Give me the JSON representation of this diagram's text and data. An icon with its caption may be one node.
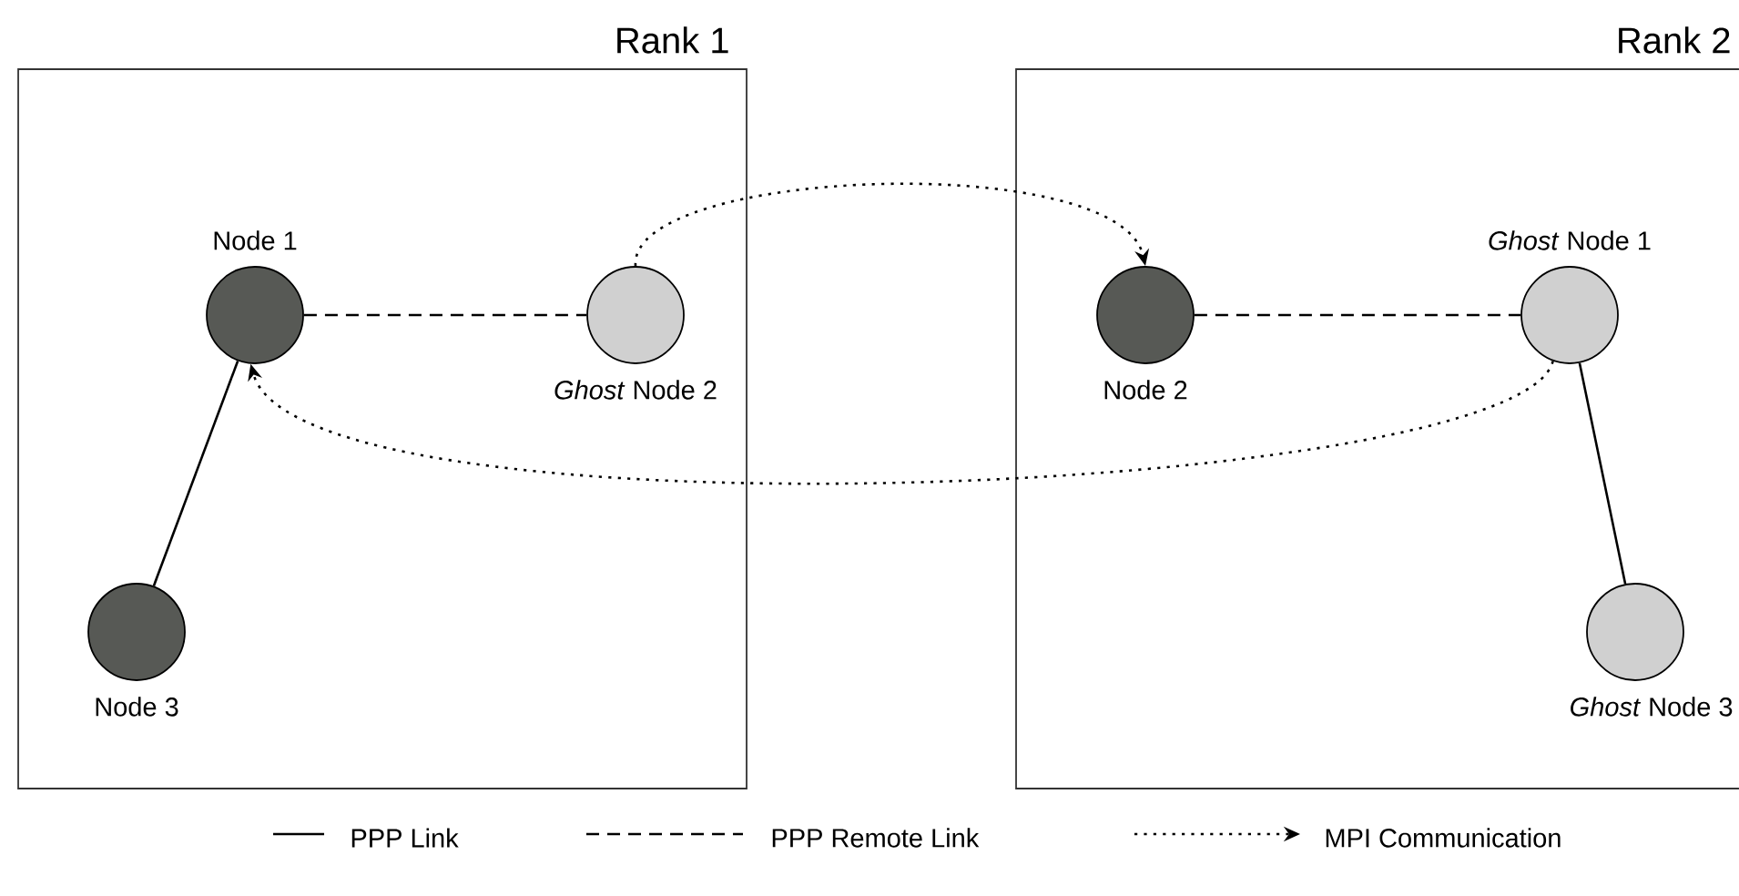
{
  "diagram": {
    "nodes": [
      {
        "text": [
          "Rank 1"
        ]
      },
      {
        "text": [
          "Rank 2"
        ]
      },
      {
        "text": [
          "Node 1"
        ],
        "in": 0
      },
      {
        "text": [
          "*Ghost* Node 2"
        ],
        "in": 0
      },
      {
        "text": [
          "Node 3"
        ],
        "in": 0
      },
      {
        "text": [
          "Node 2"
        ],
        "in": 1
      },
      {
        "text": [
          "*Ghost* Node 1"
        ],
        "in": 1
      },
      {
        "text": [
          "*Ghost* Node 3"
        ],
        "in": 1
      }
    ],
    "edges": [
      {
        "from": 2,
        "to": 3,
        "arrow": "none",
        "style": "dashed"
      },
      {
        "from": 4,
        "to": 2,
        "arrow": "none"
      },
      {
        "from": 5,
        "to": 6,
        "arrow": "none",
        "style": "dashed"
      },
      {
        "from": 6,
        "to": 7,
        "arrow": "none"
      },
      {
        "from": 3,
        "to": 5,
        "arrow": "to",
        "style": "dashed"
      },
      {
        "from": 6,
        "to": 2,
        "arrow": "to",
        "style": "dashed"
      }
    ],
    "legend": [
      {
        "text": "PPP Link"
      },
      {
        "text": "PPP Remote Link"
      },
      {
        "text": "MPI Communication"
      }
    ]
  }
}
